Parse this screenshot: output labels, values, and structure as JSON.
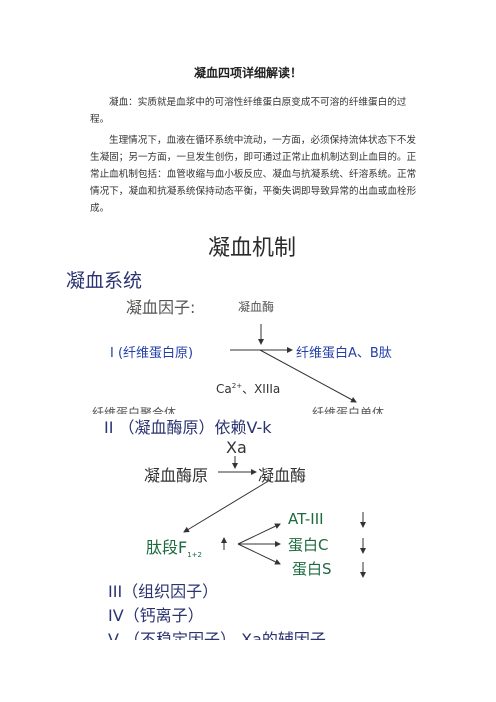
{
  "doc": {
    "title": "凝血四项详细解读！",
    "paragraphs": [
      "凝血：实质就是血浆中的可溶性纤维蛋白原变成不可溶的纤维蛋白的过程。",
      "生理情况下，血液在循环系统中流动，一方面，必须保持流体状态下不发生凝固；另一方面，一旦发生创伤，即可通过正常止血机制达到止血目的。正常止血机制包括：血管收缩与血小板反应、凝血与抗凝系统、纤溶系统。正常情况下，凝血和抗凝系统保持动态平衡，平衡失调即导致异常的出血或血栓形成。"
    ]
  },
  "slide": {
    "heading": "凝血机制",
    "system_label": "凝血系统",
    "factor_label": "凝血因子:",
    "thrombin_top": "凝血酶",
    "factor_I": "I (纤维蛋白原)",
    "fibrin_ab": "纤维蛋白A、B肽",
    "ca_label": "Ca",
    "ca_sup": "2+",
    "xiiia_label": "、XIIIa",
    "fibrin_monomer_left": "纤维蛋白聚合体",
    "fibrin_monomer_right": "纤维蛋白单体",
    "factor_II": "II （凝血酶原）依赖V-k",
    "xa_label": "Xa",
    "prothrombin": "凝血酶原",
    "thrombin": "凝血酶",
    "peptide": "肽段F",
    "peptide_sub": "1+2",
    "at3": "AT-III",
    "protein_c": "蛋白C",
    "protein_s": "蛋白S",
    "factor_III": "III（组织因子）",
    "factor_IV": "IV（钙离子）",
    "factor_V": "V （不稳定因子）  Xa的辅因子"
  }
}
